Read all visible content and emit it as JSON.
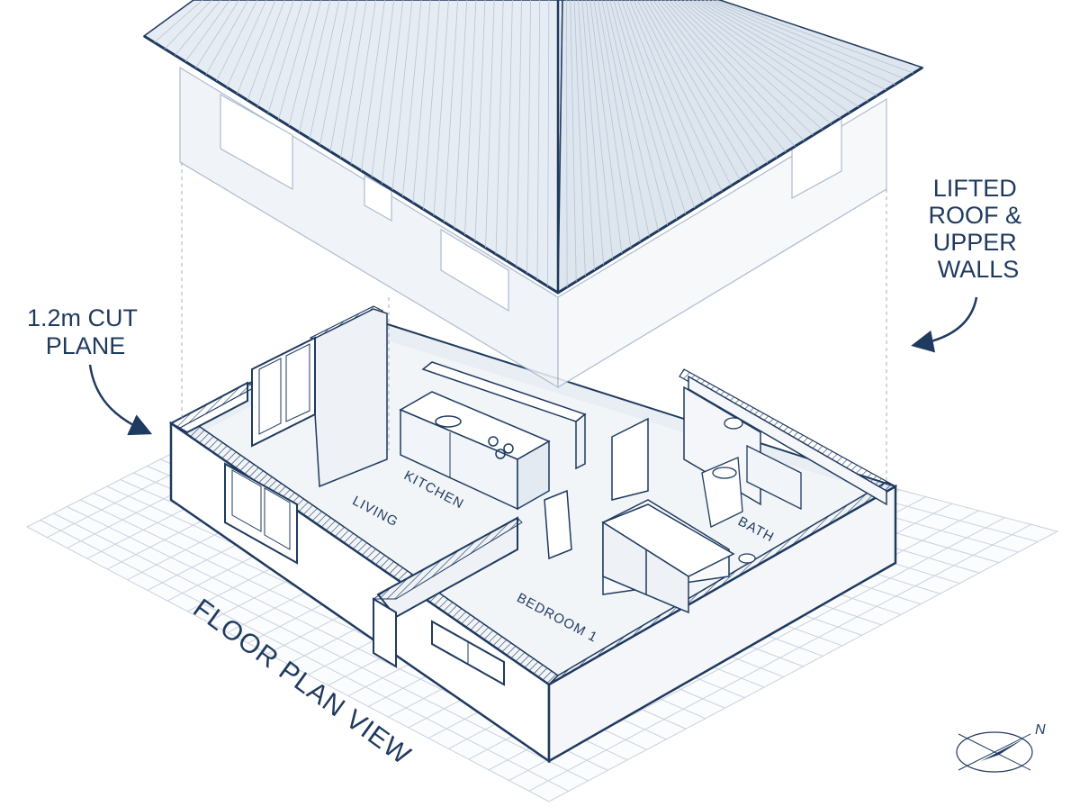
{
  "callouts": {
    "cut_plane": [
      "1.2m CUT",
      "PLANE"
    ],
    "lifted_roof": [
      "LIFTED",
      "ROOF &",
      "UPPER",
      "WALLS"
    ]
  },
  "rooms": {
    "kitchen": "KITCHEN",
    "living": "LIVING",
    "bath": "BATH",
    "bedroom": "BEDROOM 1"
  },
  "view_title": "FLOOR PLAN VIEW",
  "compass": {
    "north_label": "N"
  },
  "colors": {
    "ink": "#1f3a5f",
    "ghost": "#9fb0c6",
    "grid": "#c8d2de",
    "floor": "#eef2f6",
    "wall": "#f4f6f9"
  }
}
